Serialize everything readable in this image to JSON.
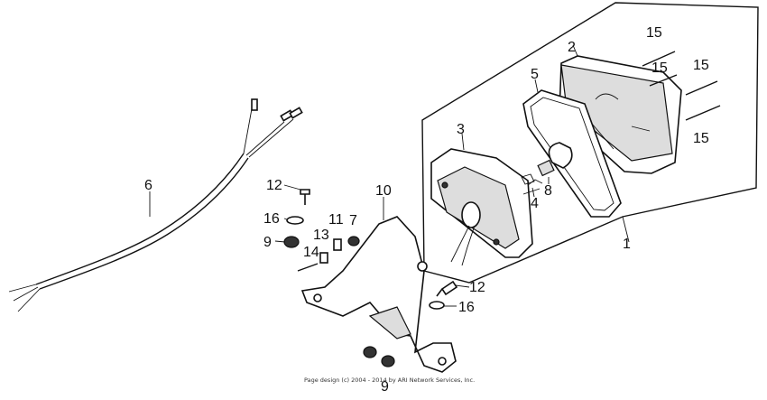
{
  "diagram": {
    "callouts": [
      {
        "id": "c1",
        "text": "1"
      },
      {
        "id": "c2",
        "text": "2"
      },
      {
        "id": "c3",
        "text": "3"
      },
      {
        "id": "c4",
        "text": "4"
      },
      {
        "id": "c5",
        "text": "5"
      },
      {
        "id": "c6",
        "text": "6"
      },
      {
        "id": "c7",
        "text": "7"
      },
      {
        "id": "c8",
        "text": "8"
      },
      {
        "id": "c9a",
        "text": "9"
      },
      {
        "id": "c9b",
        "text": "9"
      },
      {
        "id": "c10",
        "text": "10"
      },
      {
        "id": "c11",
        "text": "11"
      },
      {
        "id": "c12a",
        "text": "12"
      },
      {
        "id": "c12b",
        "text": "12"
      },
      {
        "id": "c13",
        "text": "13"
      },
      {
        "id": "c14",
        "text": "14"
      },
      {
        "id": "c15a",
        "text": "15"
      },
      {
        "id": "c15b",
        "text": "15"
      },
      {
        "id": "c15c",
        "text": "15"
      },
      {
        "id": "c15d",
        "text": "15"
      },
      {
        "id": "c16a",
        "text": "16"
      },
      {
        "id": "c16b",
        "text": "16"
      }
    ],
    "copyright": "Page design (c) 2004 - 2014 by ARI Network Services, Inc."
  }
}
